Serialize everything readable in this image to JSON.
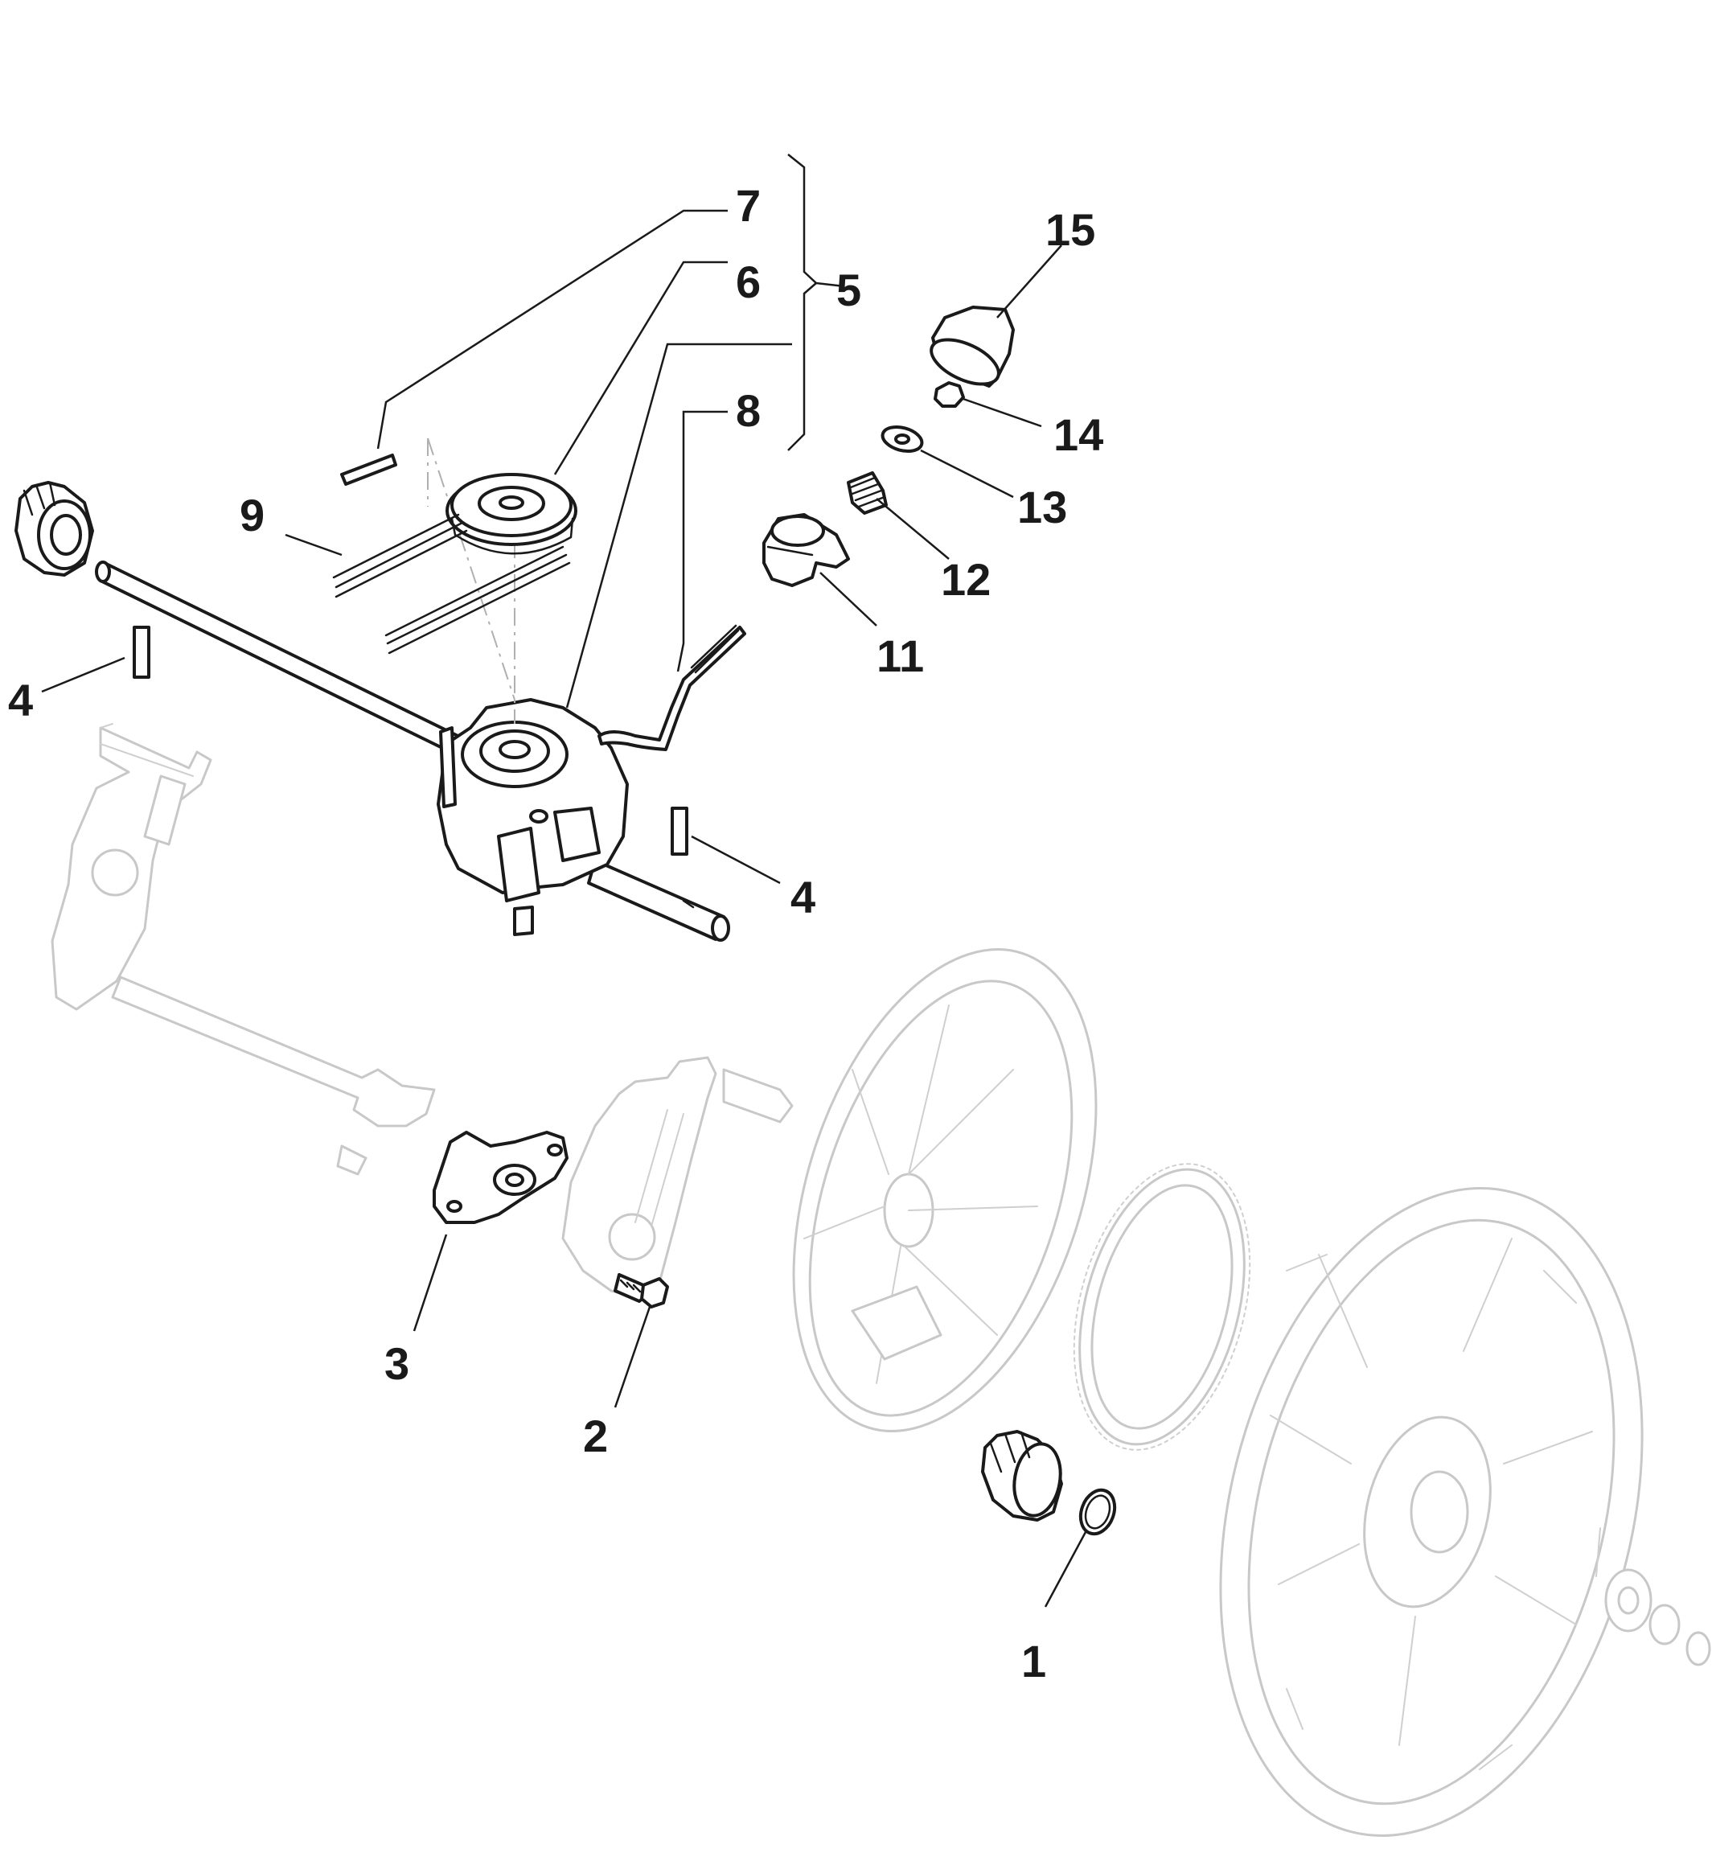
{
  "callouts": {
    "c1": "1",
    "c2": "2",
    "c3": "3",
    "c4a": "4",
    "c4b": "4",
    "c5": "5",
    "c6": "6",
    "c7": "7",
    "c8": "8",
    "c9": "9",
    "c11": "11",
    "c12": "12",
    "c13": "13",
    "c14": "14",
    "c15": "15"
  },
  "colors": {
    "line": "#1a1a1a",
    "ghost": "#c8c8c8",
    "background": "#ffffff"
  }
}
